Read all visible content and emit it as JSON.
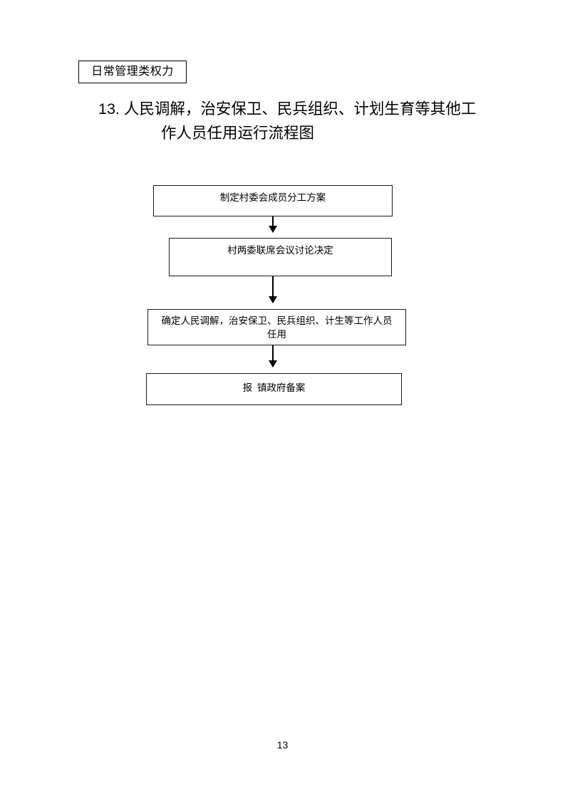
{
  "document": {
    "category_tag": "日常管理类权力",
    "title_line_1": "13. 人民调解，治安保卫、民兵组织、计划生育等其他工",
    "title_line_2": "作人员任用运行流程图",
    "page_number": "13"
  },
  "flowchart": {
    "type": "vertical-flow",
    "nodes": [
      {
        "id": "node-1",
        "text": "制定村委会成员分工方案",
        "shape": "rectangle"
      },
      {
        "id": "node-2",
        "text": "村两委联席会议讨论决定",
        "shape": "rectangle"
      },
      {
        "id": "node-3",
        "text": "确定人民调解，治安保卫、民兵组织、计生等工作人员\n任用",
        "shape": "rectangle"
      },
      {
        "id": "node-4",
        "text": "报  镇政府备案",
        "shape": "rectangle"
      }
    ],
    "connectors": [
      {
        "id": "conn-1",
        "from": "node-1",
        "to": "node-2",
        "style": "arrow-down"
      },
      {
        "id": "conn-2",
        "from": "node-2",
        "to": "node-3",
        "style": "arrow-down"
      },
      {
        "id": "conn-3",
        "from": "node-3",
        "to": "node-4",
        "style": "arrow-down"
      }
    ]
  },
  "colors": {
    "page_background": "#ffffff",
    "text": "#000000",
    "border": "#1a1a1a"
  }
}
